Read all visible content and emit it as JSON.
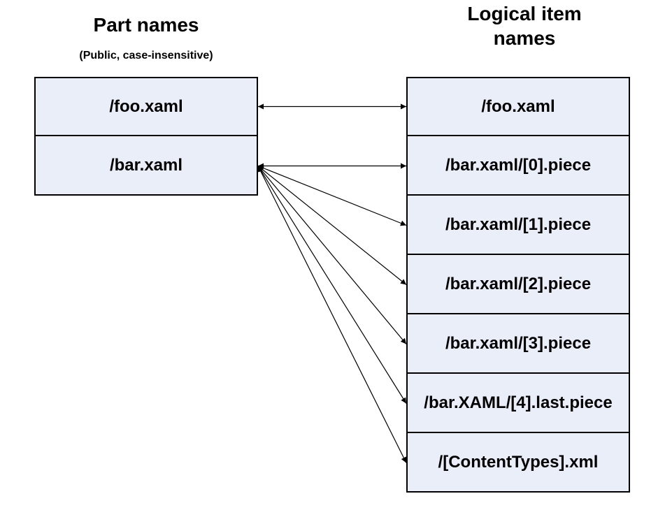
{
  "left_header": {
    "title": "Part names",
    "subtitle": "(Public, case-insensitive)"
  },
  "right_header": {
    "title_line1": "Logical item",
    "title_line2": "names"
  },
  "part_names": [
    "/foo.xaml",
    "/bar.xaml"
  ],
  "logical_items": [
    "/foo.xaml",
    "/bar.xaml/[0].piece",
    "/bar.xaml/[1].piece",
    "/bar.xaml/[2].piece",
    "/bar.xaml/[3].piece",
    "/bar.XAML/[4].last.piece",
    "/[ContentTypes].xml"
  ],
  "mappings": [
    {
      "from": 0,
      "to": 0,
      "bidirectional": true
    },
    {
      "from": 1,
      "to": 1,
      "bidirectional": true
    },
    {
      "from": 1,
      "to": 2,
      "bidirectional": true
    },
    {
      "from": 1,
      "to": 3,
      "bidirectional": true
    },
    {
      "from": 1,
      "to": 4,
      "bidirectional": true
    },
    {
      "from": 1,
      "to": 5,
      "bidirectional": true
    },
    {
      "from": 1,
      "to": 6,
      "bidirectional": true
    }
  ]
}
